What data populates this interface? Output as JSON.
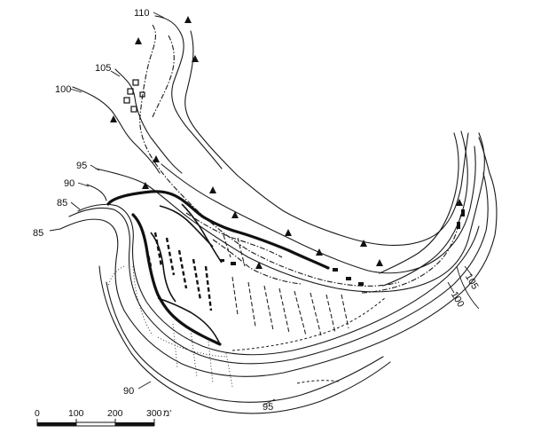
{
  "map": {
    "contour_labels": {
      "c110": "110",
      "c105_top": "105",
      "c100_top": "100",
      "c95_left": "95",
      "c90_left": "90",
      "c85_a": "85",
      "c85_b": "85",
      "c90_bottom": "90",
      "c95_bottom": "95",
      "c105_right": "105",
      "c100_right": "100"
    },
    "scale_bar": {
      "tick_labels": [
        "0",
        "100",
        "200",
        "300"
      ],
      "unit": "מ'"
    }
  }
}
